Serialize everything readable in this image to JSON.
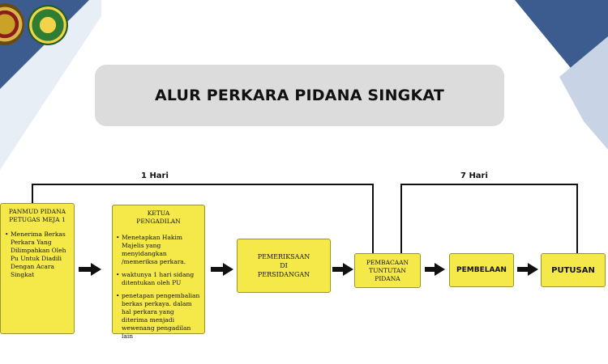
{
  "title": "ALUR PERKARA PIDANA SINGKAT",
  "colors": {
    "box_fill": "#f5e94a",
    "title_bg": "#dcdcdc",
    "corner_navy": "#2f4f83"
  },
  "logos": [
    "court-emblem-left",
    "mahkamah-agung-logo"
  ],
  "durations": {
    "left": "1 Hari",
    "right": "7 Hari"
  },
  "steps": {
    "panmud": {
      "title": "PANMUD PIDANA PETUGAS MEJA 1",
      "items": [
        "Menerima Berkas Perkara Yang Dilimpahkan Oleh Pu Untuk Diadili Dengan Acara Singkat"
      ]
    },
    "ketua": {
      "title": "KETUA PENGADILAN",
      "items": [
        "Menetapkan Hakim Majelis yang menyidangkan /memeriksa perkara.",
        "waktunya 1 hari sidang ditentukan oleh PU",
        "penetapan pengembalian berkas perkaya. dalam hal perkara yang diterima menjadi wewenang pengadilan lain"
      ]
    },
    "pemeriksaan": "PEMERIKSAAN DI PERSIDANGAN",
    "pembacaan": "PEMBACAAN TUNTUTAN PIDANA",
    "pembelaan": "PEMBELAAN",
    "putusan": "PUTUSAN"
  }
}
